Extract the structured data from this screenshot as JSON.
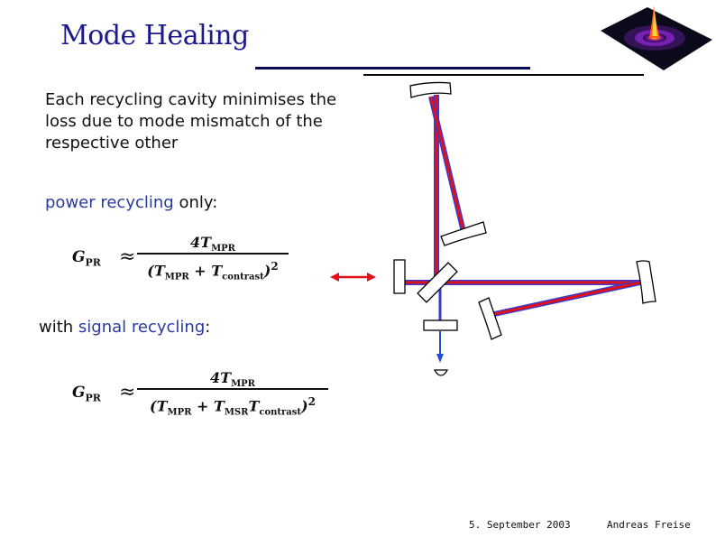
{
  "slide": {
    "title": "Mode Healing",
    "intro_lines": [
      "Each recycling cavity minimises the",
      "loss due to mode mismatch of the",
      "respective other"
    ],
    "power_recycling": {
      "highlight": "power recycling",
      "rest": " only:"
    },
    "signal_recycling": {
      "prefix": "with ",
      "highlight": "signal recycling",
      "rest": ":"
    },
    "formula_pr": {
      "lhs": "G",
      "lhs_sub": "PR",
      "approx": "≈",
      "num": "4T",
      "num_sub": "MPR",
      "den_open": "(T",
      "den_sub1": "MPR",
      "den_plus": " + T",
      "den_sub2": "contrast",
      "den_close": ")",
      "den_exp": "2"
    },
    "formula_sr": {
      "lhs": "G",
      "lhs_sub": "PR",
      "approx": "≈",
      "num": "4T",
      "num_sub": "MPR",
      "den_open": "(T",
      "den_sub1": "MPR",
      "den_plus": " + T",
      "den_sub2": "MSR",
      "den_mid": "T",
      "den_sub3": "contrast",
      "den_close": ")",
      "den_exp": "2"
    },
    "footer": {
      "date": "5. September 2003",
      "author": "Andreas Freise"
    }
  },
  "colors": {
    "title": "#1a1a8c",
    "highlight": "#2a3a9e",
    "beam_red": "#e0101a",
    "beam_blue": "#3a3acc",
    "laser_arrow": "#e0101a",
    "detector_arrow": "#1f4fd0"
  }
}
